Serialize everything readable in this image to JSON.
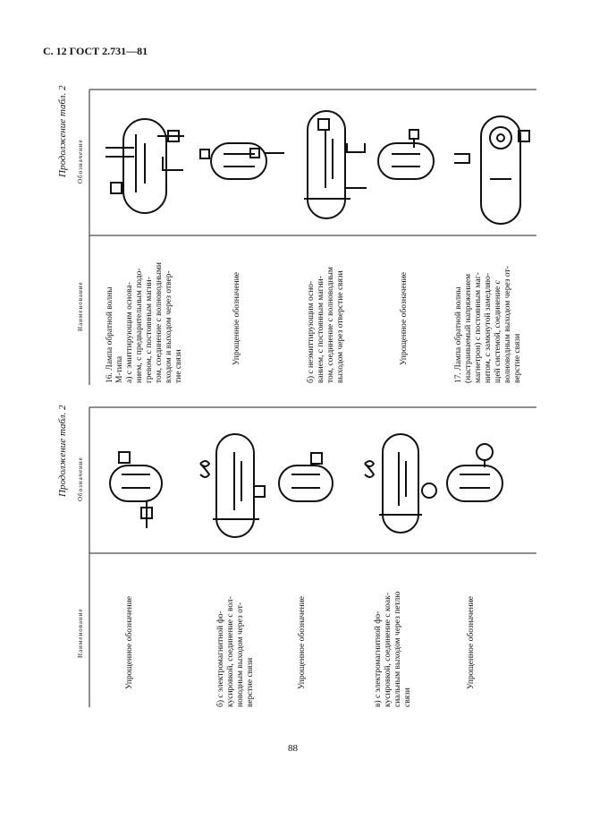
{
  "header": "С. 12 ГОСТ 2.731—81",
  "page_number": "88",
  "right_table": {
    "caption": "Продолжение табл. 2",
    "col_name": "Наименование",
    "col_symbol": "Обозначение",
    "rows": [
      {
        "lines": [
          "16. Лампа обратной волны",
          "М-типа",
          "а) с эмиттирующим основа-",
          "нием, с предварительным подо-",
          "гревом, с постоянным магни-",
          "том, соединение с волноводными",
          "входом и выходом через отвер-",
          "тие связи"
        ]
      },
      {
        "lines": [
          "Упрощенное обозначение"
        ]
      },
      {
        "lines": [
          "б) с неэмиттирующим осно-",
          "ванием, с постоянным магни-",
          "том, соединение с волноводным",
          "выходом через отверстие связи"
        ]
      },
      {
        "lines": [
          "Упрощенное обозначение"
        ]
      },
      {
        "lines": [
          "17. Лампа обратной волны",
          "(настраиваемый напряжением",
          "магнетрон) с постоянным маг-",
          "нитом, с замкнутой замедляю-",
          "щей системой, соединение с",
          "волноводным выходом через от-",
          "верстие связи"
        ]
      }
    ]
  },
  "left_table": {
    "caption": "Продолжение табл. 2",
    "col_name": "Наименование",
    "col_symbol": "Обозначение",
    "rows": [
      {
        "lines": [
          "Упрощенное обозначение"
        ]
      },
      {
        "lines": [
          "б) с электромагнитной фо-",
          "кусировкой, соединение с вол-",
          "новодным выходом через от-",
          "верстие связи"
        ]
      },
      {
        "lines": [
          "Упрощенное обозначение"
        ]
      },
      {
        "lines": [
          "в) с электромагнитной фо-",
          "кусировкой, соединение с коак-",
          "сиальным выходом через петлю",
          "связи"
        ]
      },
      {
        "lines": [
          "Упрощенное обозначение"
        ]
      }
    ]
  }
}
